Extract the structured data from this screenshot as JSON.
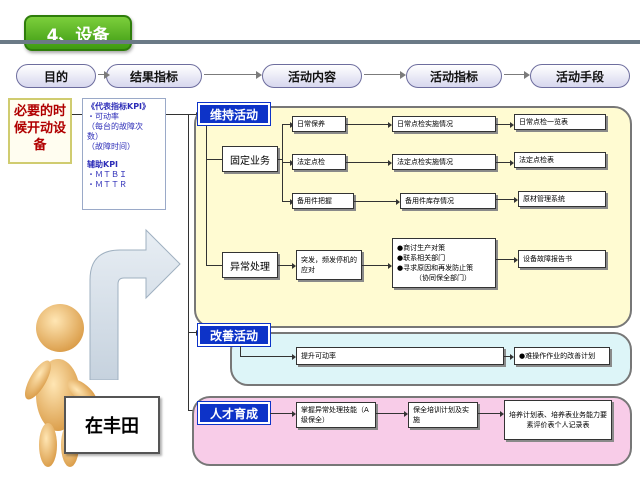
{
  "title": "4、设备",
  "headers": [
    {
      "key": "purpose",
      "label": "目的"
    },
    {
      "key": "result_kpi",
      "label": "结果指标"
    },
    {
      "key": "activity",
      "label": "活动内容"
    },
    {
      "key": "activity_kpi",
      "label": "活动指标"
    },
    {
      "key": "activity_means",
      "label": "活动手段"
    }
  ],
  "purpose": "必要的时候开动设备",
  "kpi": {
    "lines": [
      "《代表指标KPI》",
      "・可动率",
      "（每台的故障次",
      "数）",
      "（故障时间）",
      "",
      "辅助KPI",
      "・ＭＴＢＩ",
      "・ＭＴＴＲ"
    ]
  },
  "sections": {
    "maintain": {
      "label": "维持活动",
      "fixed": "固定业务",
      "abnormal": "异常处理",
      "rows": {
        "daily": [
          "日常保养",
          "日常点检实施情况",
          "日常点检一览表"
        ],
        "legal": [
          "法定点检",
          "法定点检实施情况",
          "法定点检表"
        ],
        "parts": [
          "备用件把握",
          "备用件库存情况",
          "原材管理系统"
        ]
      },
      "abnormal_items": {
        "content": "突发，频发停机的应对",
        "kpi_lines": [
          "●商讨生产对策",
          "●联系相关部门",
          "●寻求原因和再发防止策",
          "（协同保全部门）"
        ],
        "means": "设备故障报告书"
      }
    },
    "improve": {
      "label": "改善活动",
      "content": "提升可动率",
      "means": "●难操作作业的改善计划"
    },
    "talent": {
      "label": "人才育成",
      "content": "掌握异常处理技能（A级保全）",
      "kpi": "保全培训计划及实施",
      "means": "培养计划表、培养表业务能力要素评价表个人记录表"
    }
  },
  "sign": "在丰田",
  "colors": {
    "title_green": "#4aa81a",
    "category_blue": "#0d33c8",
    "maintain_bg": "#fffbd2",
    "improve_bg": "#ddf5f8",
    "talent_bg": "#f8cce8",
    "purpose_text": "#b00000",
    "kpi_text": "#2d2db8"
  }
}
